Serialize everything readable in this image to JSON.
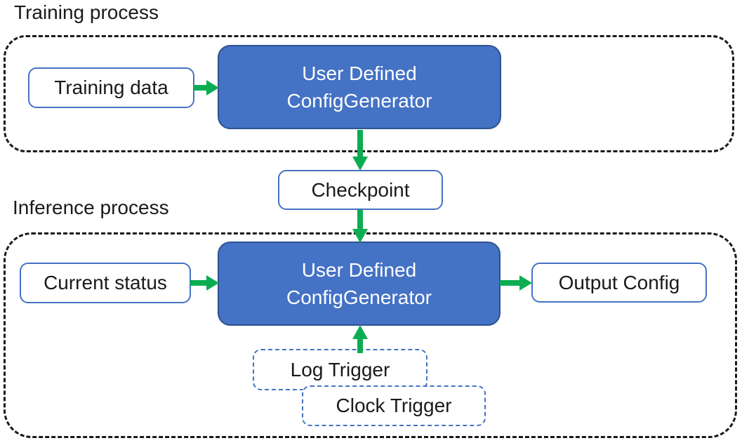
{
  "colors": {
    "generator_fill": "#4472C4",
    "generator_border": "#2F528F",
    "box_border": "#4472C4",
    "arrow_green": "#0CAD52",
    "container_dash": "#1a1a1a",
    "text_dark": "#1a1a1a",
    "text_light": "#ffffff"
  },
  "training": {
    "section_label": "Training process",
    "input_label": "Training data",
    "generator_label": "User Defined\nConfigGenerator"
  },
  "checkpoint": {
    "label": "Checkpoint"
  },
  "inference": {
    "section_label": "Inference process",
    "input_label": "Current status",
    "generator_label": "User Defined\nConfigGenerator",
    "output_label": "Output Config",
    "log_trigger_label": "Log Trigger",
    "clock_trigger_label": "Clock Trigger"
  }
}
